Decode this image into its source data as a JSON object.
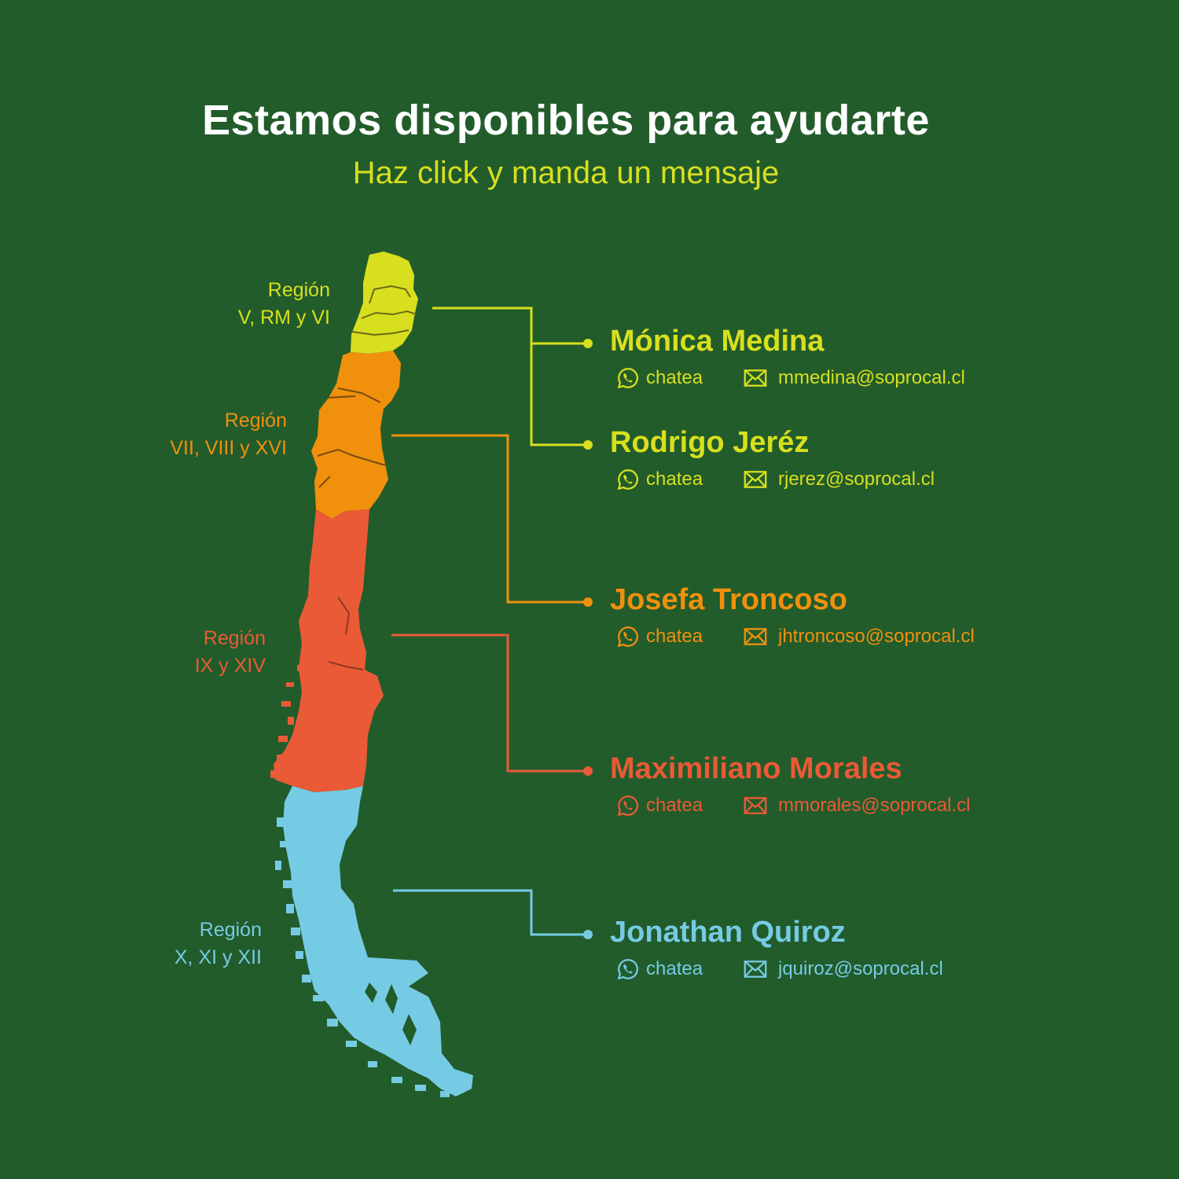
{
  "header": {
    "title": "Estamos disponibles para ayudarte",
    "subtitle": "Haz click y manda un mensaje"
  },
  "colors": {
    "background": "#225c2b",
    "yellow": "#d8df1f",
    "orange": "#f0900d",
    "red": "#ea5a36",
    "blue": "#76cbe4"
  },
  "regions": [
    {
      "label_line1": "Región",
      "label_line2": "V, RM y VI",
      "color": "#d8df1f"
    },
    {
      "label_line1": "Región",
      "label_line2": "VII, VIII y XVI",
      "color": "#f0900d"
    },
    {
      "label_line1": "Región",
      "label_line2": "IX y XIV",
      "color": "#ea5a36"
    },
    {
      "label_line1": "Región",
      "label_line2": "X, XI y XII",
      "color": "#76cbe4"
    }
  ],
  "contacts": [
    {
      "name": "Mónica Medina",
      "chat_label": "chatea",
      "email": "mmedina@soprocal.cl",
      "color": "#d8df1f",
      "whatsapp_icon": "whatsapp-icon",
      "mail_icon": "envelope-icon"
    },
    {
      "name": "Rodrigo Jeréz",
      "chat_label": "chatea",
      "email": "rjerez@soprocal.cl",
      "color": "#d8df1f",
      "whatsapp_icon": "whatsapp-icon",
      "mail_icon": "envelope-icon"
    },
    {
      "name": "Josefa Troncoso",
      "chat_label": "chatea",
      "email": "jhtroncoso@soprocal.cl",
      "color": "#f0900d",
      "whatsapp_icon": "whatsapp-icon",
      "mail_icon": "envelope-icon"
    },
    {
      "name": "Maximiliano Morales",
      "chat_label": "chatea",
      "email": "mmorales@soprocal.cl",
      "color": "#ea5a36",
      "whatsapp_icon": "whatsapp-icon",
      "mail_icon": "envelope-icon"
    },
    {
      "name": "Jonathan Quiroz",
      "chat_label": "chatea",
      "email": "jquiroz@soprocal.cl",
      "color": "#76cbe4",
      "whatsapp_icon": "whatsapp-icon",
      "mail_icon": "envelope-icon"
    }
  ]
}
